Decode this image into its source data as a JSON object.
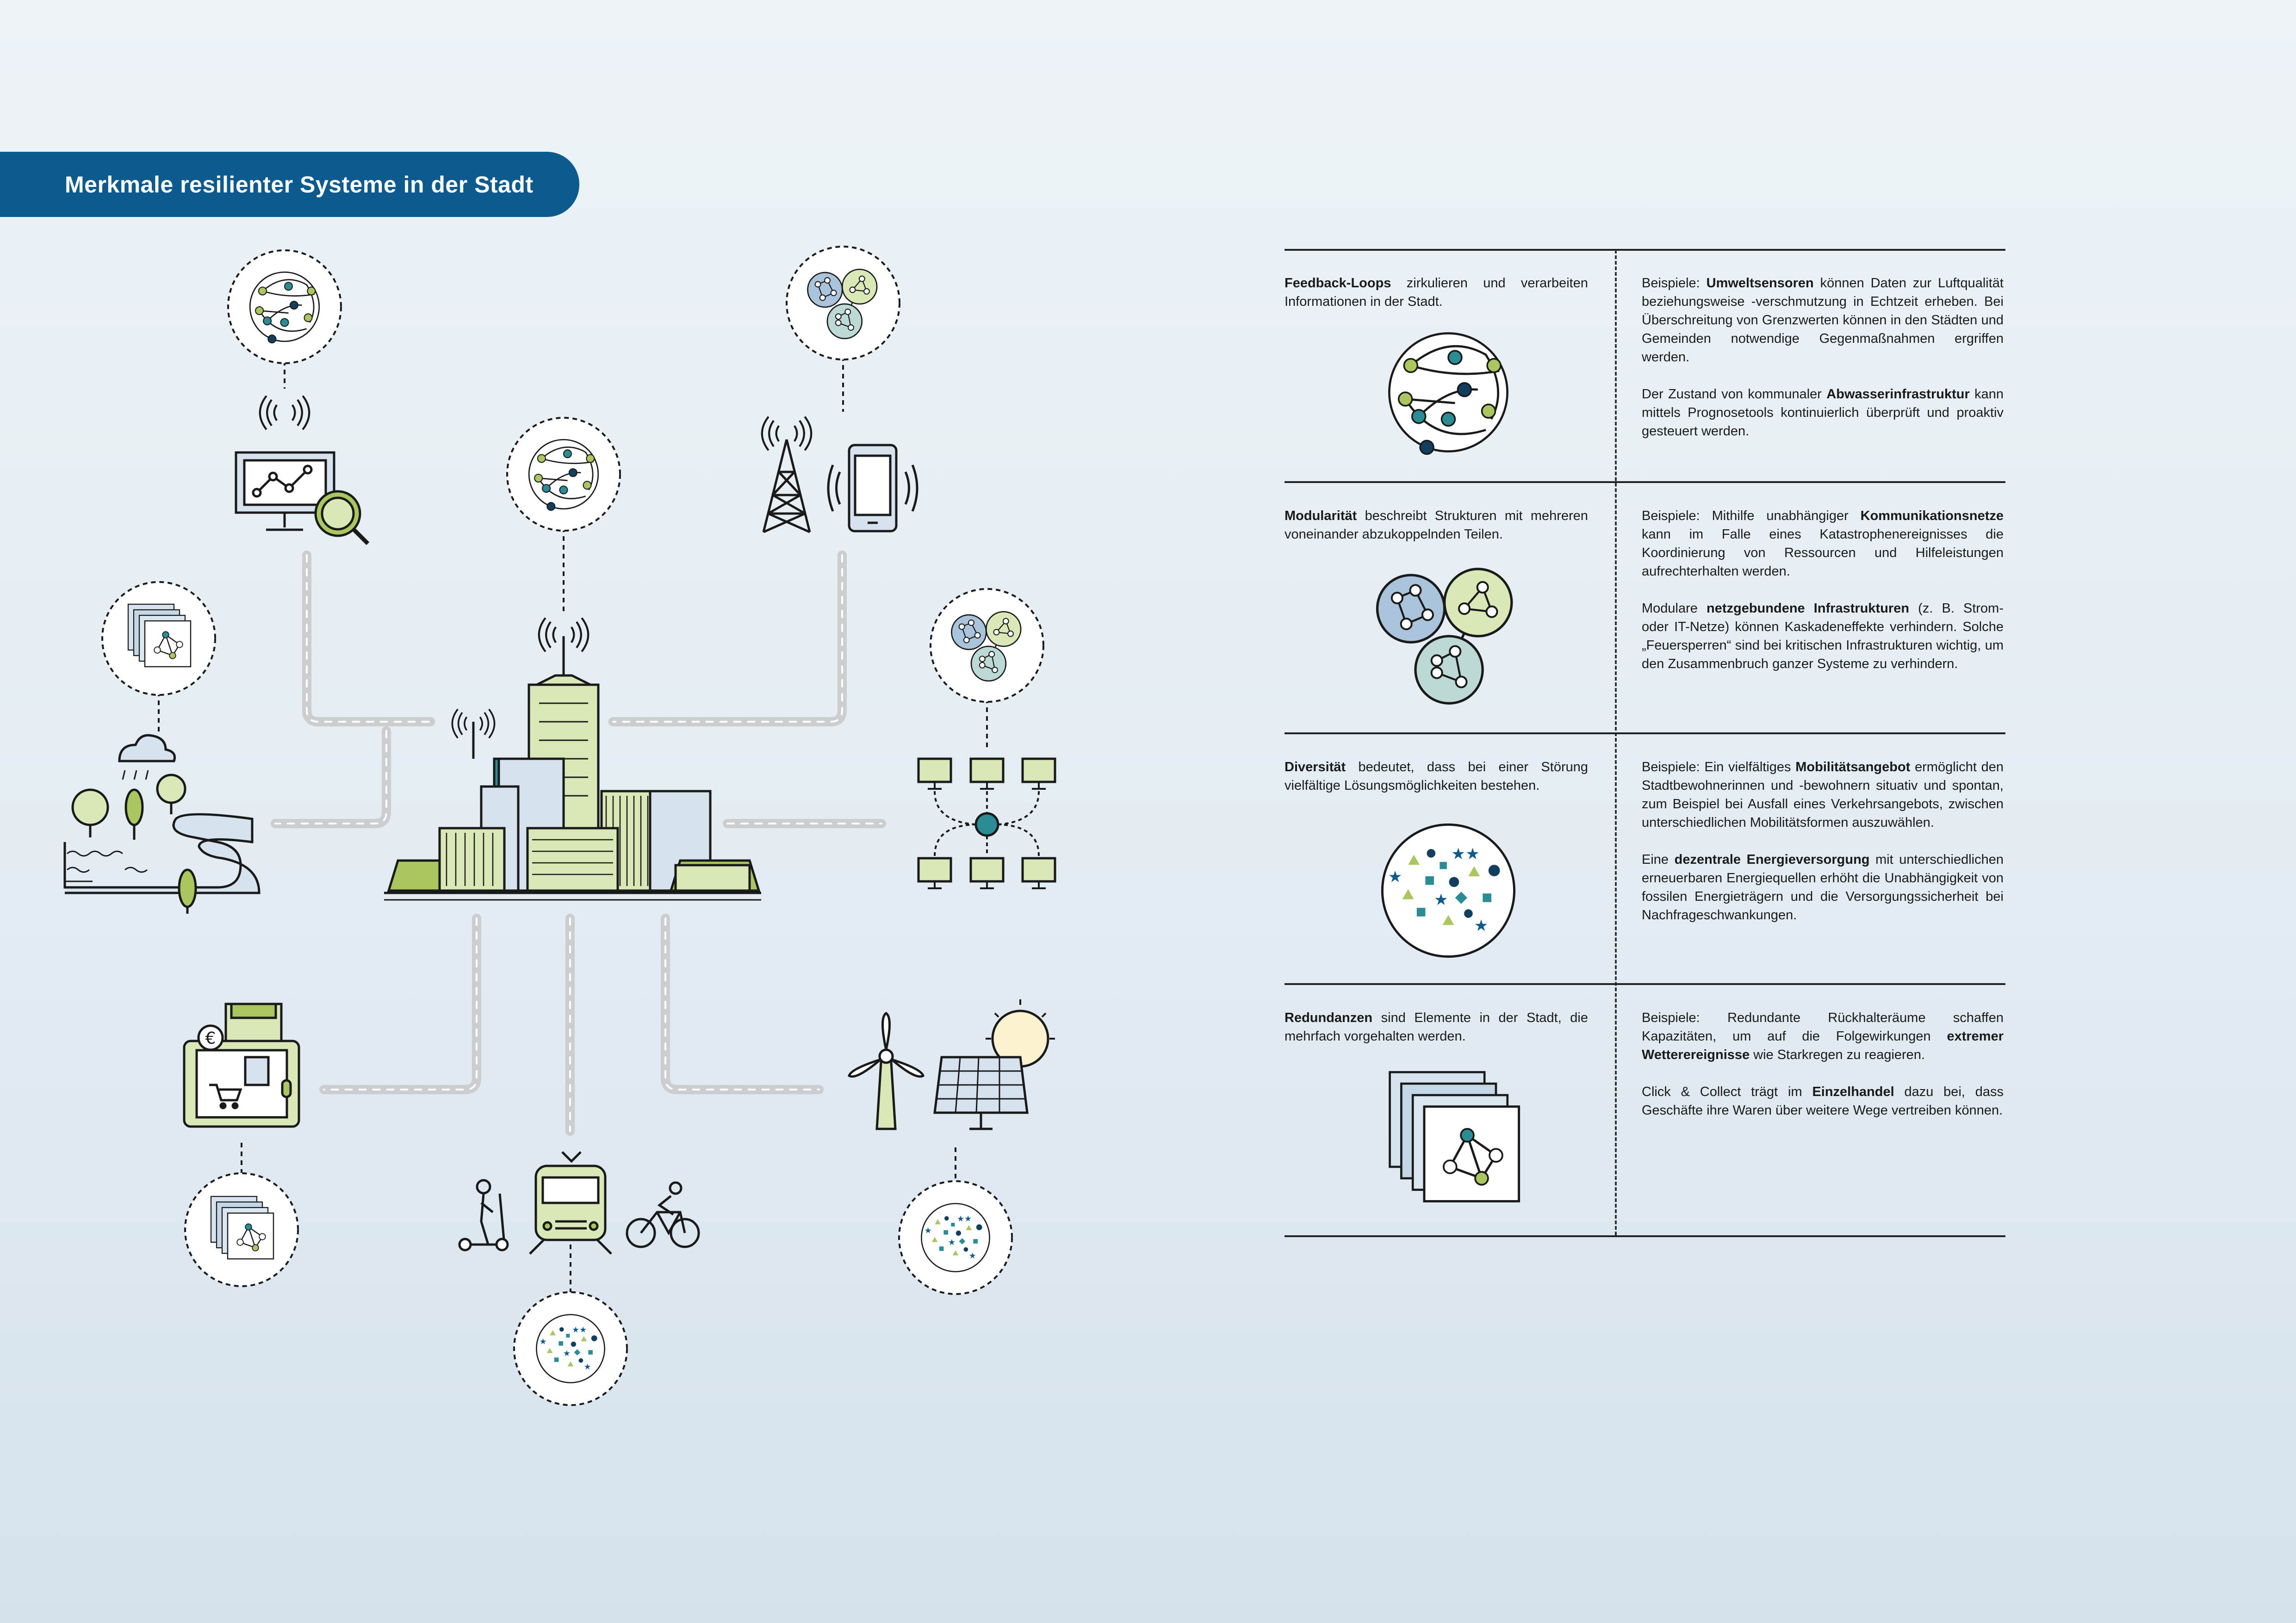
{
  "title": "Merkmale resilienter Systeme in der Stadt",
  "colors": {
    "banner": "#0c5a8e",
    "navy": "#123f5f",
    "teal": "#2a8c94",
    "lime": "#a9c65f",
    "light_green": "#d9e8b6",
    "light_blue": "#d6e3ee",
    "gray_path": "#c9cbcd"
  },
  "diagram": {
    "center": "city-skyline-icon",
    "nodes": [
      {
        "name": "monitor-analytics-icon",
        "badge": "feedback-loop-icon"
      },
      {
        "name": "radio-tower-phone-icon",
        "badge": "modular-network-icon"
      },
      {
        "name": "city-antenna-icon",
        "badge": "feedback-loop-icon"
      },
      {
        "name": "river-park-icon",
        "badge": "redundancy-stack-icon"
      },
      {
        "name": "computer-network-icon",
        "badge": "modular-network-icon"
      },
      {
        "name": "click-collect-shop-icon",
        "badge": "redundancy-stack-icon"
      },
      {
        "name": "mobility-icon",
        "badge": "diversity-icon"
      },
      {
        "name": "renewable-energy-icon",
        "badge": "diversity-icon"
      }
    ]
  },
  "rows": [
    {
      "term": "Feedback-Loops",
      "definition": " zirkulieren und verarbeiten Informationen in der Stadt.",
      "icon": "feedback-loop-icon",
      "examples": [
        {
          "pre": "Beispiele: ",
          "bold": "Umweltsensoren",
          "post": " können Daten zur Luftqualität beziehungsweise -verschmutzung in Echtzeit erheben. Bei Überschreitung von Grenzwerten können in den Städten und Gemeinden notwendige Gegenmaßnahmen ergriffen werden."
        },
        {
          "pre": "Der Zustand von kommunaler ",
          "bold": "Abwasserinfrastruktur",
          "post": " kann mittels Prognosetools kontinuierlich überprüft und proaktiv gesteuert werden."
        }
      ]
    },
    {
      "term": "Modularität",
      "definition": " beschreibt Strukturen mit mehreren voneinander abzukoppelnden Teilen.",
      "icon": "modular-network-icon",
      "examples": [
        {
          "pre": "Beispiele: Mithilfe unabhängiger ",
          "bold": "Kommunikationsnetze",
          "post": " kann im Falle eines Katastrophenereignisses die Koordinierung von Ressourcen und Hilfeleistungen aufrechterhalten werden."
        },
        {
          "pre": "Modulare ",
          "bold": "netzgebundene Infrastrukturen",
          "post": " (z. B. Strom- oder IT-Netze) können Kaskadeneffekte verhindern. Solche „Feuersperren“ sind bei kritischen Infrastrukturen wichtig, um den Zusammenbruch ganzer Systeme zu verhindern."
        }
      ]
    },
    {
      "term": "Diversität",
      "definition": " bedeutet, dass bei einer Störung vielfältige Lösungsmöglichkeiten bestehen.",
      "icon": "diversity-icon",
      "examples": [
        {
          "pre": "Beispiele: Ein vielfältiges ",
          "bold": "Mobilitätsangebot",
          "post": " ermöglicht den Stadtbewohnerinnen und -bewohnern situativ und spontan, zum Beispiel bei Ausfall eines Verkehrsangebots, zwischen unterschiedlichen Mobilitätsformen auszuwählen."
        },
        {
          "pre": "Eine ",
          "bold": "dezentrale Energieversorgung",
          "post": " mit unterschiedlichen erneuerbaren Energiequellen erhöht die Unabhängigkeit von fossilen Energieträgern und die Versorgungssicherheit bei Nachfrageschwankungen."
        }
      ]
    },
    {
      "term": "Redundanzen",
      "definition": " sind Elemente in der Stadt, die mehrfach vorgehalten werden.",
      "icon": "redundancy-stack-icon",
      "examples": [
        {
          "pre": "Beispiele: Redundante Rückhalteräume schaffen Kapazitäten, um auf die Folgewirkungen ",
          "bold": "extremer Wetterereignisse",
          "post": " wie Starkregen zu reagieren."
        },
        {
          "pre": "Click & Collect trägt im ",
          "bold": "Einzelhandel",
          "post": " dazu bei, dass Geschäfte ihre Waren über weitere Wege vertreiben können."
        }
      ]
    }
  ]
}
